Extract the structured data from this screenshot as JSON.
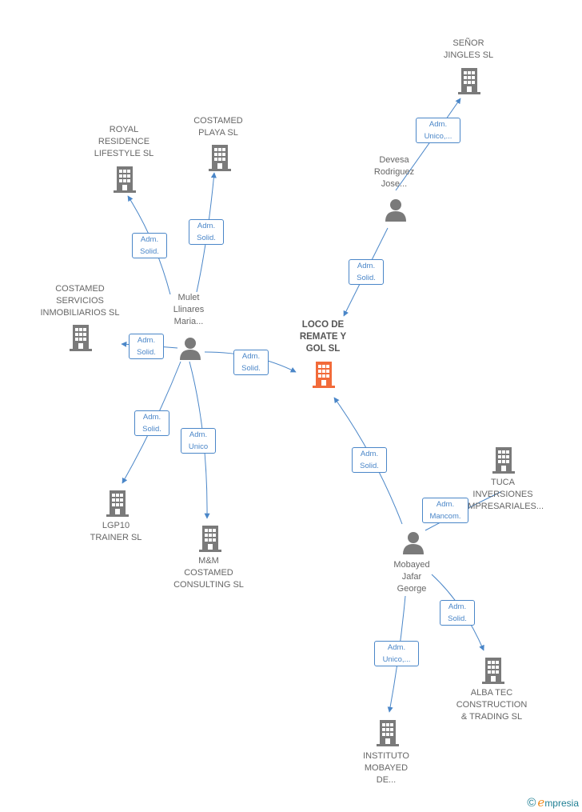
{
  "nodes": {
    "main": "LOCO DE\nREMATE Y\nGOL  SL",
    "senor": "SEÑOR\nJINGLES  SL",
    "devesa": "Devesa\nRodriguez\nJose...",
    "royal": "ROYAL\nRESIDENCE\nLIFESTYLE SL",
    "playa": "COSTAMED\nPLAYA SL",
    "servicios": "COSTAMED\nSERVICIOS\nINMOBILIARIOS SL",
    "mulet": "Mulet\nLlinares\nMaria...",
    "lgp10": "LGP10\nTRAINER SL",
    "mm": "M&M\nCOSTAMED\nCONSULTING SL",
    "tuca": "TUCA\nINVERSIONES\nEMPRESARIALES...",
    "mobayed": "Mobayed\nJafar\nGeorge",
    "alba": "ALBA TEC\nCONSTRUCTION\n& TRADING  SL",
    "instituto": "INSTITUTO\nMOBAYED\nDE..."
  },
  "relations": {
    "devesa_senor": "Adm.\nUnico,...",
    "devesa_main": "Adm.\nSolid.",
    "mulet_royal": "Adm.\nSolid.",
    "mulet_playa": "Adm.\nSolid.",
    "mulet_servicios": "Adm.\nSolid.",
    "mulet_main": "Adm.\nSolid.",
    "mulet_lgp10": "Adm.\nSolid.",
    "mulet_mm": "Adm.\nUnico",
    "mobayed_main": "Adm.\nSolid.",
    "mobayed_tuca": "Adm.\nMancom.",
    "mobayed_alba": "Adm.\nSolid.",
    "mobayed_instituto": "Adm.\nUnico,..."
  },
  "colors": {
    "main_building": "#f26b3a",
    "building": "#7a7a7a",
    "person": "#7a7a7a",
    "edge": "#4a86c8"
  },
  "icons": {
    "company": "building-icon",
    "person": "person-icon"
  },
  "brand": {
    "symbol": "©",
    "initial": "e",
    "name": "mpresia"
  }
}
